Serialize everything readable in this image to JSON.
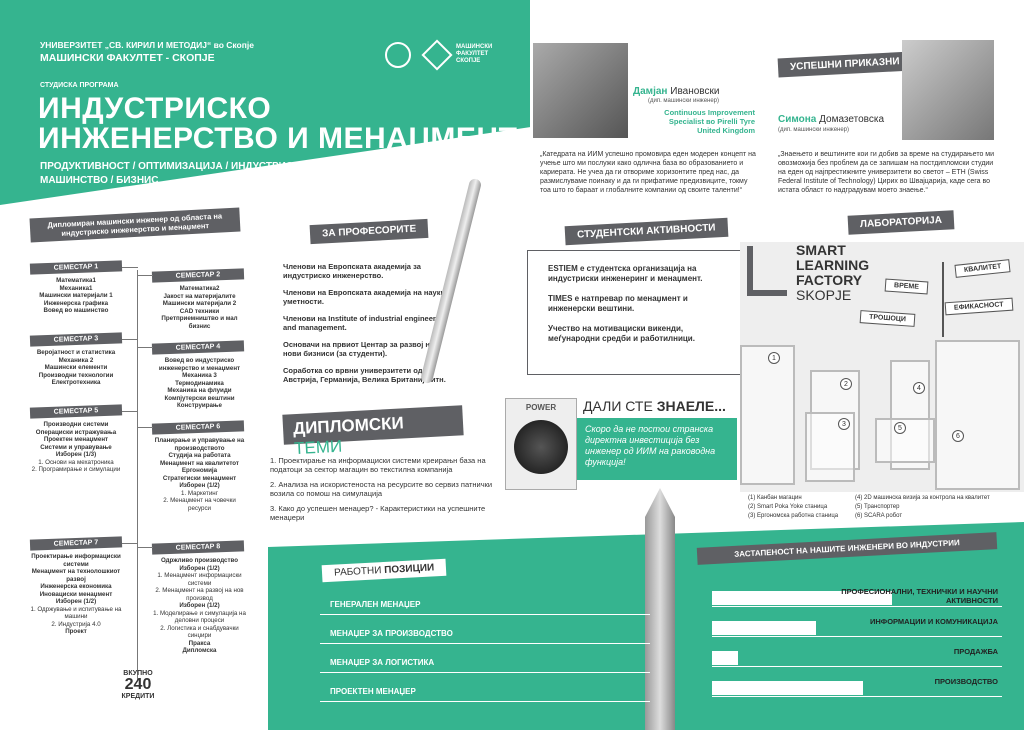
{
  "header": {
    "university": "УНИВЕРЗИТЕТ „СВ. КИРИЛ И МЕТОДИЈ“ во Скопје",
    "faculty": "МАШИНСКИ ФАКУЛТЕТ - СКОПЈЕ",
    "program_label": "СТУДИСКА ПРОГРАМА",
    "title_line1": "ИНДУСТРИСКО",
    "title_line2": "ИНЖЕНЕРСТВО И МЕНАЏМЕНТ",
    "keywords": "ПРОДУКТИВНОСТ / ОПТИМИЗАЦИЈА / ИНДУСТРИСКИ МЕНАЏМЕНТ / ИНОВАЦИИ / МАШИНСТВО / БИЗНИС",
    "logo_text": "МАШИНСКИ ФАКУЛТЕТ СКОПЈЕ"
  },
  "degree_banner": "Дипломиран машински инженер од областа на индустриско инженерство и менаџмент",
  "semesters": [
    {
      "label": "СЕМЕСТАР 1",
      "items": [
        "Математика1",
        "Механика1",
        "Машински материјали 1",
        "Инженерска графика",
        "Вовед во машинство"
      ]
    },
    {
      "label": "СЕМЕСТАР 2",
      "items": [
        "Математика2",
        "Јакост на материјалите",
        "Машински материјали 2",
        "CAD техники",
        "Претприемништво и мал бизнис"
      ]
    },
    {
      "label": "СЕМЕСТАР 3",
      "items": [
        "Веројатност и статистика",
        "Механика 2",
        "Машински елементи",
        "Производни технологии",
        "Електротехника"
      ]
    },
    {
      "label": "СЕМЕСТАР 4",
      "items": [
        "Вовед во индустриско инженерство и менаџмент",
        "Механика 3",
        "Термодинамика",
        "Механика на флуиди",
        "Компјутерски вештини",
        "Конструирање"
      ]
    },
    {
      "label": "СЕМЕСТАР 5",
      "items": [
        "Производни системи",
        "Операциски истражувања",
        "Проектен менаџмент",
        "Системи и управување",
        "Изборен (1/3)",
        "1. Основи на мехатроника",
        "2. Програмирање и симулации"
      ]
    },
    {
      "label": "СЕМЕСТАР 6",
      "items": [
        "Планирање и управување на производството",
        "Студија на работата",
        "Менаџмент на квалитетот",
        "Ергономија",
        "Стратегиски менаџмент",
        "Изборен (1/2)",
        "1. Маркетинг",
        "2. Менаџмент на човечки ресурси"
      ]
    },
    {
      "label": "СЕМЕСТАР 7",
      "items": [
        "Проектирање информациски системи",
        "Менаџмент на технолошкиот развој",
        "Инженерска економика",
        "Иновациски менаџмент",
        "Изборен (1/2)",
        "1. Одржување и испитување на машини",
        "2. Индустрија 4.0",
        "Проект"
      ]
    },
    {
      "label": "СЕМЕСТАР 8",
      "items": [
        "Одржливо производство",
        "Изборен (1/2)",
        "1. Менаџмент информациски системи",
        "2. Менаџмент на развој на нов производ",
        "Изборен (1/2)",
        "1. Моделирање и симулација на деловни процеси",
        "2. Логистика и снабдувачки синџири",
        "Пракса",
        "Дипломска"
      ]
    }
  ],
  "credits": {
    "line1": "ВКУПНО",
    "value": "240",
    "line2": "КРЕДИТИ"
  },
  "professors": {
    "banner": "ЗА ПРОФЕСОРИТЕ",
    "items": [
      "Членови на Европската академија за индустриско инженерство.",
      "Членови на Европската академија на науки и уметности.",
      "Членови на Institute of industrial engineering and management.",
      "Основачи на првиот Центар за развој на нови бизниси (за студенти).",
      "Соработка со врвни универзитети од Австрија, Германија, Велика Британија итн."
    ]
  },
  "diploma": {
    "title_a": "ДИПЛОМСКИ",
    "title_b": "ТЕМИ",
    "items": [
      "1. Проектирање на информациски системи креирањн база на податоци за сектор магацин во текстилна компанија",
      "2. Анализа на искористеноста на ресурсите во сервиз патнички возила со помош на симулација",
      "3. Како до успешен менаџер? - Карактеристики на успешните менаџери"
    ]
  },
  "person1": {
    "first": "Дамјан",
    "last": "Ивановски",
    "degree": "(дип. машински инженер)",
    "role": "Continuous Improvement Specialist во Pirelli Tyre United Kingdom",
    "quote": "„Катедрата на ИИМ успешно промовира еден модерен концепт на учење што ми послужи како одлична база во образованието и кариерата. Не учеа да ги отвориме хоризонтите пред нас, да размислуваме поинаку и да ги прифатиме предизвиците, токму тоа што го бараат и глобалните компании од своите таленти!“"
  },
  "success_banner": "УСПЕШНИ ПРИКАЗНИ",
  "person2": {
    "first": "Симона",
    "last": "Домазетовска",
    "degree": "(дип. машински инженер)",
    "quote": "„Знаењето и вештините кои ги добив за време на студирањето ми овозможија без проблем да се запишам на постдипломски студии на еден од најпрестижните универзитети во светот – ETH (Swiss Federal Institute of Technology) Цирих во Швајцарија, каде сега во истата област го надградувам моето знаење.“"
  },
  "activities": {
    "banner": "СТУДЕНТСКИ АКТИВНОСТИ",
    "items": [
      "ESTIEM е студентска организација на индустриски инженеринг и менаџмент.",
      "TIMES е натпревар по менаџмент и инженерски вештини.",
      "Учество на мотивациски викенди, меѓународни средби и работилници."
    ]
  },
  "lab": {
    "banner": "ЛАБОРАТОРИЈА",
    "logo_lines": [
      "SMART",
      "LEARNING",
      "FACTORY",
      "SKOPJE"
    ],
    "signs": [
      "КВАЛИТЕТ",
      "ВРЕМЕ",
      "ЕФИКАСНОСТ",
      "ТРОШОЦИ"
    ],
    "numbers": [
      "1",
      "2",
      "3",
      "4",
      "5",
      "6"
    ],
    "legend_left": [
      "(1) Канбан магацин",
      "(2) Smart Poka Yoke станица",
      "(3) Ергономска работна станица"
    ],
    "legend_right": [
      "(4) 2D машинска визија за контрола на квалитет",
      "(5) Транспортер",
      "(6) SCARA робот"
    ]
  },
  "didyouknow": {
    "button": "POWER",
    "title_a": "ДАЛИ СТЕ",
    "title_b": "ЗНАЕЛЕ...",
    "text": "Скоро да не постои странска директна инвестиција без инженер од ИИМ на раководна функција!"
  },
  "positions": {
    "title_a": "РАБОТНИ",
    "title_b": "ПОЗИЦИИ",
    "items": [
      "ГЕНЕРАЛЕН МЕНАЏЕР",
      "МЕНАЏЕР ЗА ПРОИЗВОДСТВО",
      "МЕНАЏЕР ЗА ЛОГИСТИКА",
      "ПРОЕКТЕН МЕНАЏЕР"
    ]
  },
  "industries": {
    "banner": "ЗАСТАПЕНОСТ НА НАШИТЕ ИНЖЕНЕРИ ВО ИНДУСТРИИ",
    "bars": [
      {
        "label": "ПРОФЕСИОНАЛНИ, ТЕХНИЧКИ И НАУЧНИ АКТИВНОСТИ",
        "value": 0.62
      },
      {
        "label": "ИНФОРМАЦИИ И КОМУНИКАЦИЈА",
        "value": 0.36
      },
      {
        "label": "ПРОДАЖБА",
        "value": 0.09
      },
      {
        "label": "ПРОИЗВОДСТВО",
        "value": 0.52
      }
    ]
  },
  "colors": {
    "green": "#35b48f",
    "gray": "#5f6064"
  }
}
